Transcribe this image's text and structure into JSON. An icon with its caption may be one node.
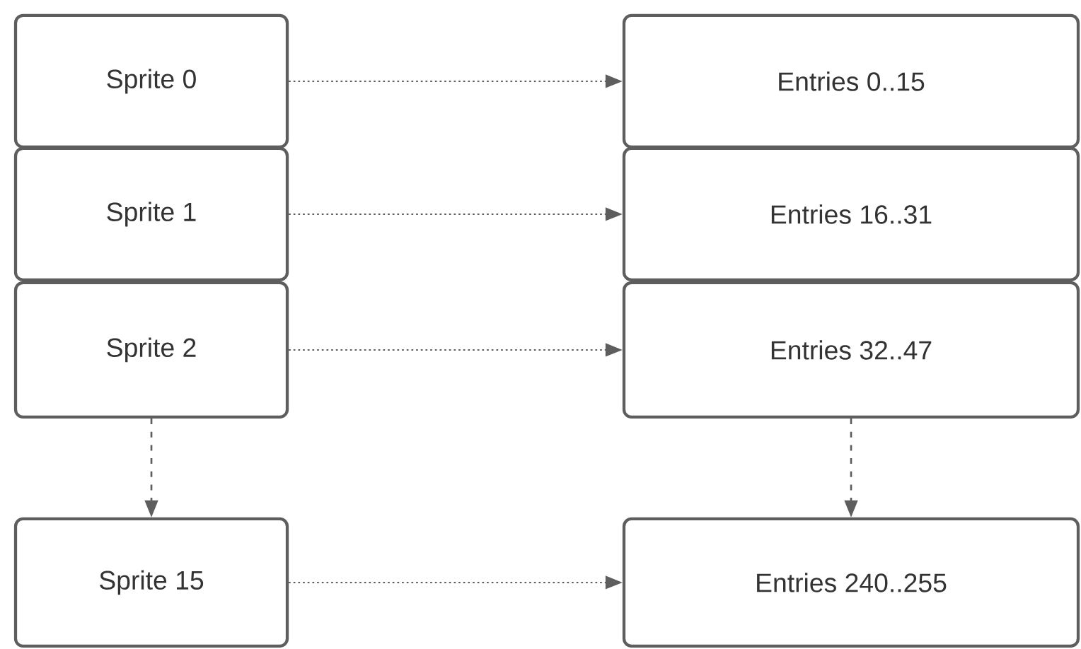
{
  "diagram": {
    "nodes": [
      {
        "text": [
          "Sprite 0"
        ]
      },
      {
        "text": [
          "Entries 0..15"
        ]
      },
      {
        "text": [
          "Sprite 1"
        ]
      },
      {
        "text": [
          "Entries 16..31"
        ]
      },
      {
        "text": [
          "Sprite 2"
        ]
      },
      {
        "text": [
          "Entries 32..47"
        ]
      },
      {
        "text": [
          "Sprite 15"
        ]
      },
      {
        "text": [
          "Entries 240..255"
        ]
      }
    ],
    "edges": [
      {
        "from": 0,
        "to": 1,
        "arrow": "to"
      },
      {
        "from": 2,
        "to": 3,
        "arrow": "to"
      },
      {
        "from": 4,
        "to": 5,
        "arrow": "to"
      },
      {
        "from": 4,
        "to": 6,
        "arrow": "to",
        "style": "dashed"
      },
      {
        "from": 5,
        "to": 7,
        "arrow": "to",
        "style": "dashed"
      },
      {
        "from": 6,
        "to": 7,
        "arrow": "to"
      }
    ]
  }
}
